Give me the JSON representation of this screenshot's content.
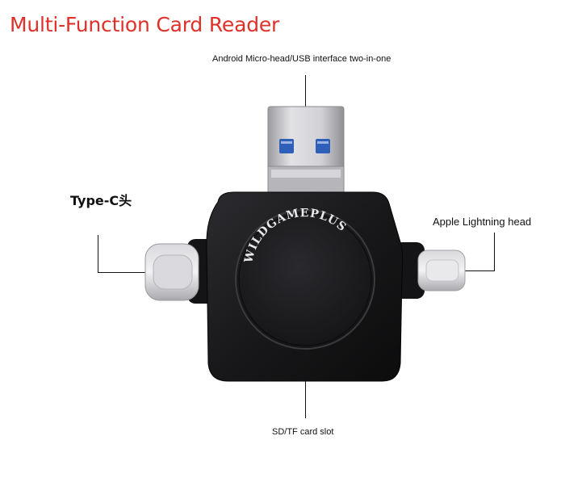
{
  "title": "Multi-Function Card Reader",
  "labels": {
    "android_usb": "Android Micro-head/USB interface two-in-one",
    "type_c": "Type-C头",
    "apple_lightning": "Apple Lightning head",
    "sd_tf_slot": "SD/TF card slot"
  },
  "device": {
    "brand_text": "WILDGAMEPLUS",
    "colors": {
      "body": "#1b1b1d",
      "metal": "#c9c9cc",
      "usb_blue": "#2f5fb8"
    }
  }
}
